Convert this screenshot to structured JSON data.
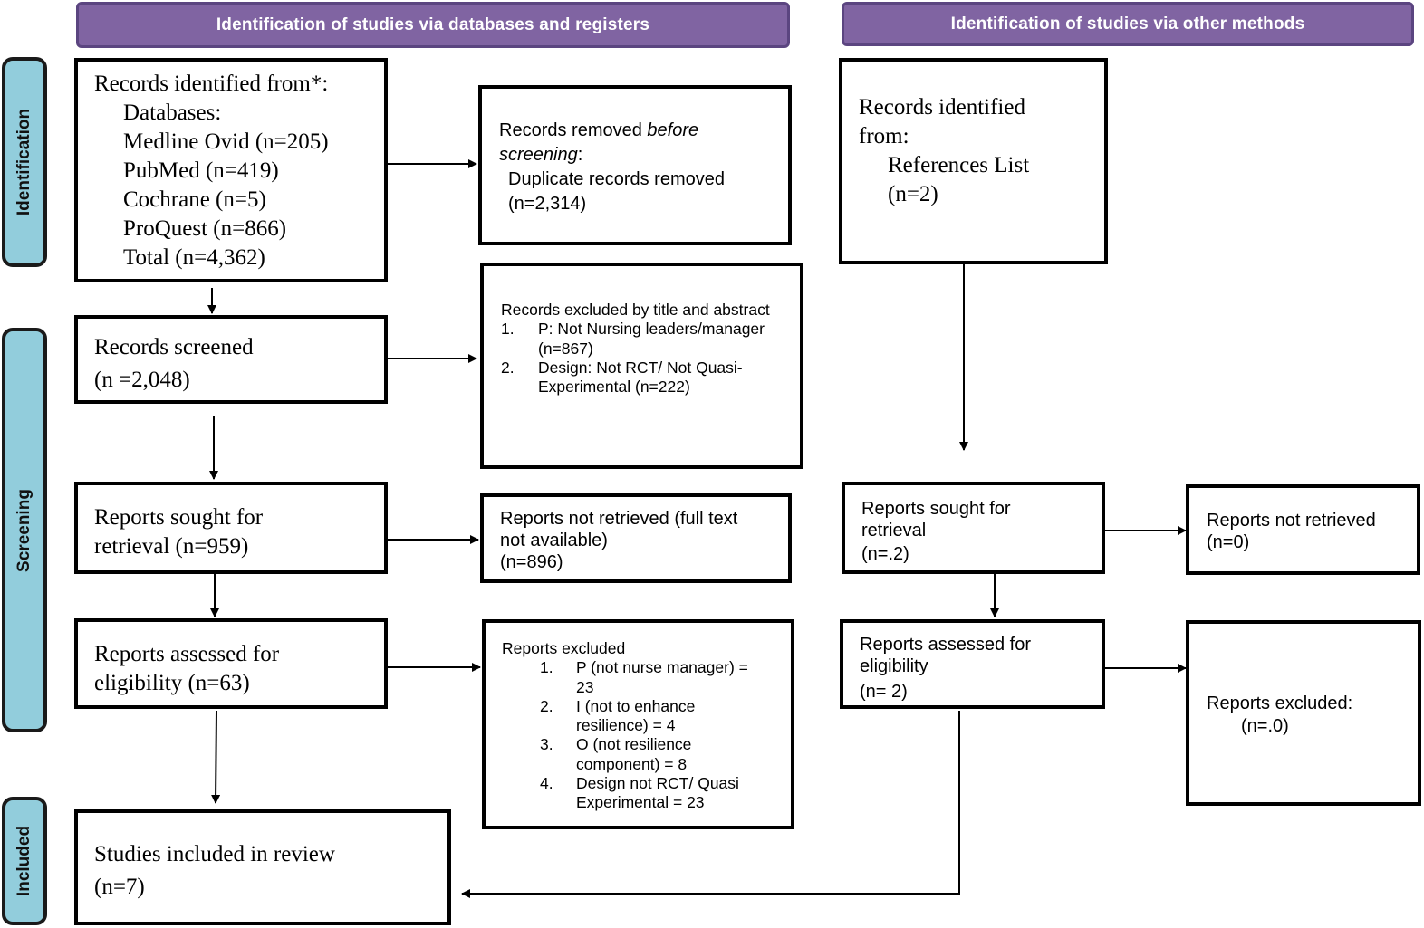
{
  "headers": {
    "databases": "Identification of studies via databases and registers",
    "other_methods": "Identification of studies via other methods"
  },
  "phases": {
    "identification": "Identification",
    "screening": "Screening",
    "included": "Included"
  },
  "records_identified_db": {
    "title": "Records identified  from*:",
    "subtitle": "Databases:",
    "items": [
      "Medline  Ovid  (n=205)",
      "PubMed (n=419)",
      "Cochrane  (n=5)",
      "ProQuest  (n=866)",
      "Total  (n=4,362)"
    ]
  },
  "records_removed": {
    "line1_prefix": "Records removed ",
    "line1_emphasis": "before",
    "line2_emphasis": "screening",
    "line2_suffix": ":",
    "line3": "Duplicate records  removed",
    "line4": "(n=2,314)"
  },
  "records_identified_other": {
    "line1": "Records identified",
    "line2": "from:",
    "line3": "References  List",
    "line4": "(n=2)"
  },
  "records_screened": {
    "line1": "Records screened",
    "line2": "(n =2,048)"
  },
  "records_excluded": {
    "title": "Records excluded by title and abstract",
    "items": [
      {
        "num": "1.",
        "lines": [
          "P: Not Nursing leaders/manager",
          "(n=867)"
        ]
      },
      {
        "num": "2.",
        "lines": [
          "Design: Not RCT/  Not Quasi-",
          "Experimental (n=222)"
        ]
      }
    ]
  },
  "reports_sought_db": {
    "line1": "Reports sought  for",
    "line2": "retrieval  (n=959)"
  },
  "reports_not_retrieved_db": {
    "line1": "Reports not retrieved (full text",
    "line2": "not available)",
    "line3": "(n=896)"
  },
  "reports_sought_other": {
    "line1": "Reports sought for",
    "line2": "retrieval",
    "line3": "(n=.2)"
  },
  "reports_not_retrieved_other": {
    "line1": "Reports not retrieved",
    "line2": "(n=0)"
  },
  "reports_assessed_db": {
    "line1": "Reports assessed for",
    "line2": "eligibility  (n=63)"
  },
  "reports_excluded_db": {
    "title": "Reports excluded",
    "items": [
      {
        "num": "1.",
        "lines": [
          "P (not nurse manager) =",
          "23"
        ]
      },
      {
        "num": "2.",
        "lines": [
          "I (not to enhance",
          "resilience) = 4"
        ]
      },
      {
        "num": "3.",
        "lines": [
          "O (not resilience",
          "component) = 8"
        ]
      },
      {
        "num": "4.",
        "lines": [
          "Design not RCT/  Quasi",
          "Experimental = 23"
        ]
      }
    ]
  },
  "reports_assessed_other": {
    "line1": "Reports assessed for",
    "line2": "eligibility",
    "line3": "(n= 2)"
  },
  "reports_excluded_other": {
    "line1": "Reports excluded:",
    "line2": "(n=.0)"
  },
  "studies_included": {
    "line1": "Studies included in review",
    "line2": "(n=7)"
  },
  "colors": {
    "header_fill": "#8064a2",
    "phase_fill": "#92cddc",
    "stroke": "#000000"
  }
}
